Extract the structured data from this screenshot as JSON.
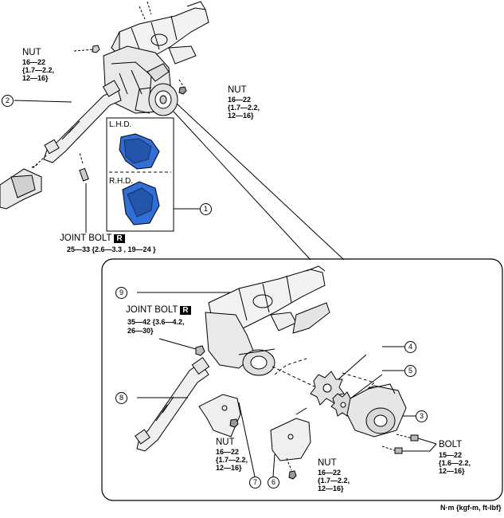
{
  "top_nut_left": {
    "name": "NUT",
    "torque_line1": "16—22",
    "torque_line2": "{1.7—2.2,",
    "torque_line3": "12—16}"
  },
  "top_nut_right": {
    "name": "NUT",
    "torque_line1": "16—22",
    "torque_line2": "{1.7—2.2,",
    "torque_line3": "12—16}"
  },
  "lhd_label": "L.H.D.",
  "rhd_label": "R.H.D.",
  "joint_bolt_top": {
    "name": "JOINT BOLT",
    "badge": "R",
    "torque": "25—33 {2.6—3.3 , 19—24 }"
  },
  "joint_bolt_detail": {
    "name": "JOINT BOLT",
    "badge": "R",
    "torque_line1": "35—42 {3.6—4.2,",
    "torque_line2": "26—30}"
  },
  "detail_nut_left": {
    "name": "NUT",
    "torque_line1": "16—22",
    "torque_line2": "{1.7—2.2,",
    "torque_line3": "12—16}"
  },
  "detail_nut_bottom": {
    "name": "NUT",
    "torque_line1": "16—22",
    "torque_line2": "{1.7—2.2,",
    "torque_line3": "12—16}"
  },
  "bolt": {
    "name": "BOLT",
    "torque_line1": "15—22",
    "torque_line2": "{1.6—2.2,",
    "torque_line3": "12—16}"
  },
  "callouts": {
    "c1": "1",
    "c2": "2",
    "c3": "3",
    "c4": "4",
    "c5": "5",
    "c6": "6",
    "c7": "7",
    "c8": "8",
    "c9": "9"
  },
  "units": "N·m {kgf-m, ft-lbf}",
  "colors": {
    "line": "#000000",
    "cover_blue": "#2f6fd6",
    "cover_dark": "#1c3f8a"
  }
}
